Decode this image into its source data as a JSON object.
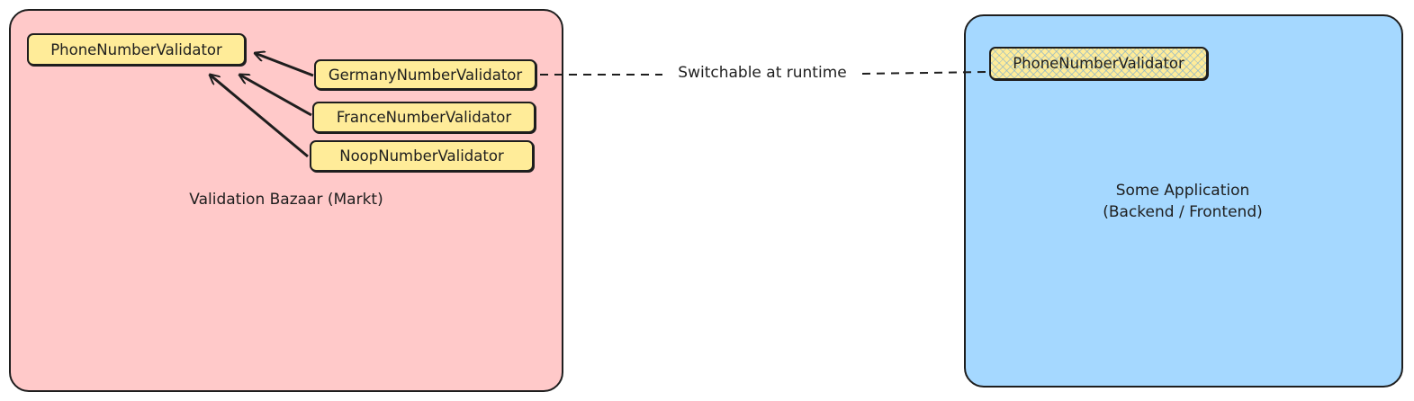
{
  "market": {
    "label": "Validation Bazaar (Markt)",
    "interface": "PhoneNumberValidator",
    "implementations": [
      "GermanyNumberValidator",
      "FranceNumberValidator",
      "NoopNumberValidator"
    ]
  },
  "application": {
    "label_line1": "Some Application",
    "label_line2": "(Backend / Frontend)",
    "dependency": "PhoneNumberValidator"
  },
  "connector": {
    "label": "Switchable at runtime"
  },
  "colors": {
    "market_fill": "#ffc9c9",
    "app_fill": "#a5d8ff",
    "box_fill": "#ffec99",
    "stroke": "#1e1e1e"
  }
}
